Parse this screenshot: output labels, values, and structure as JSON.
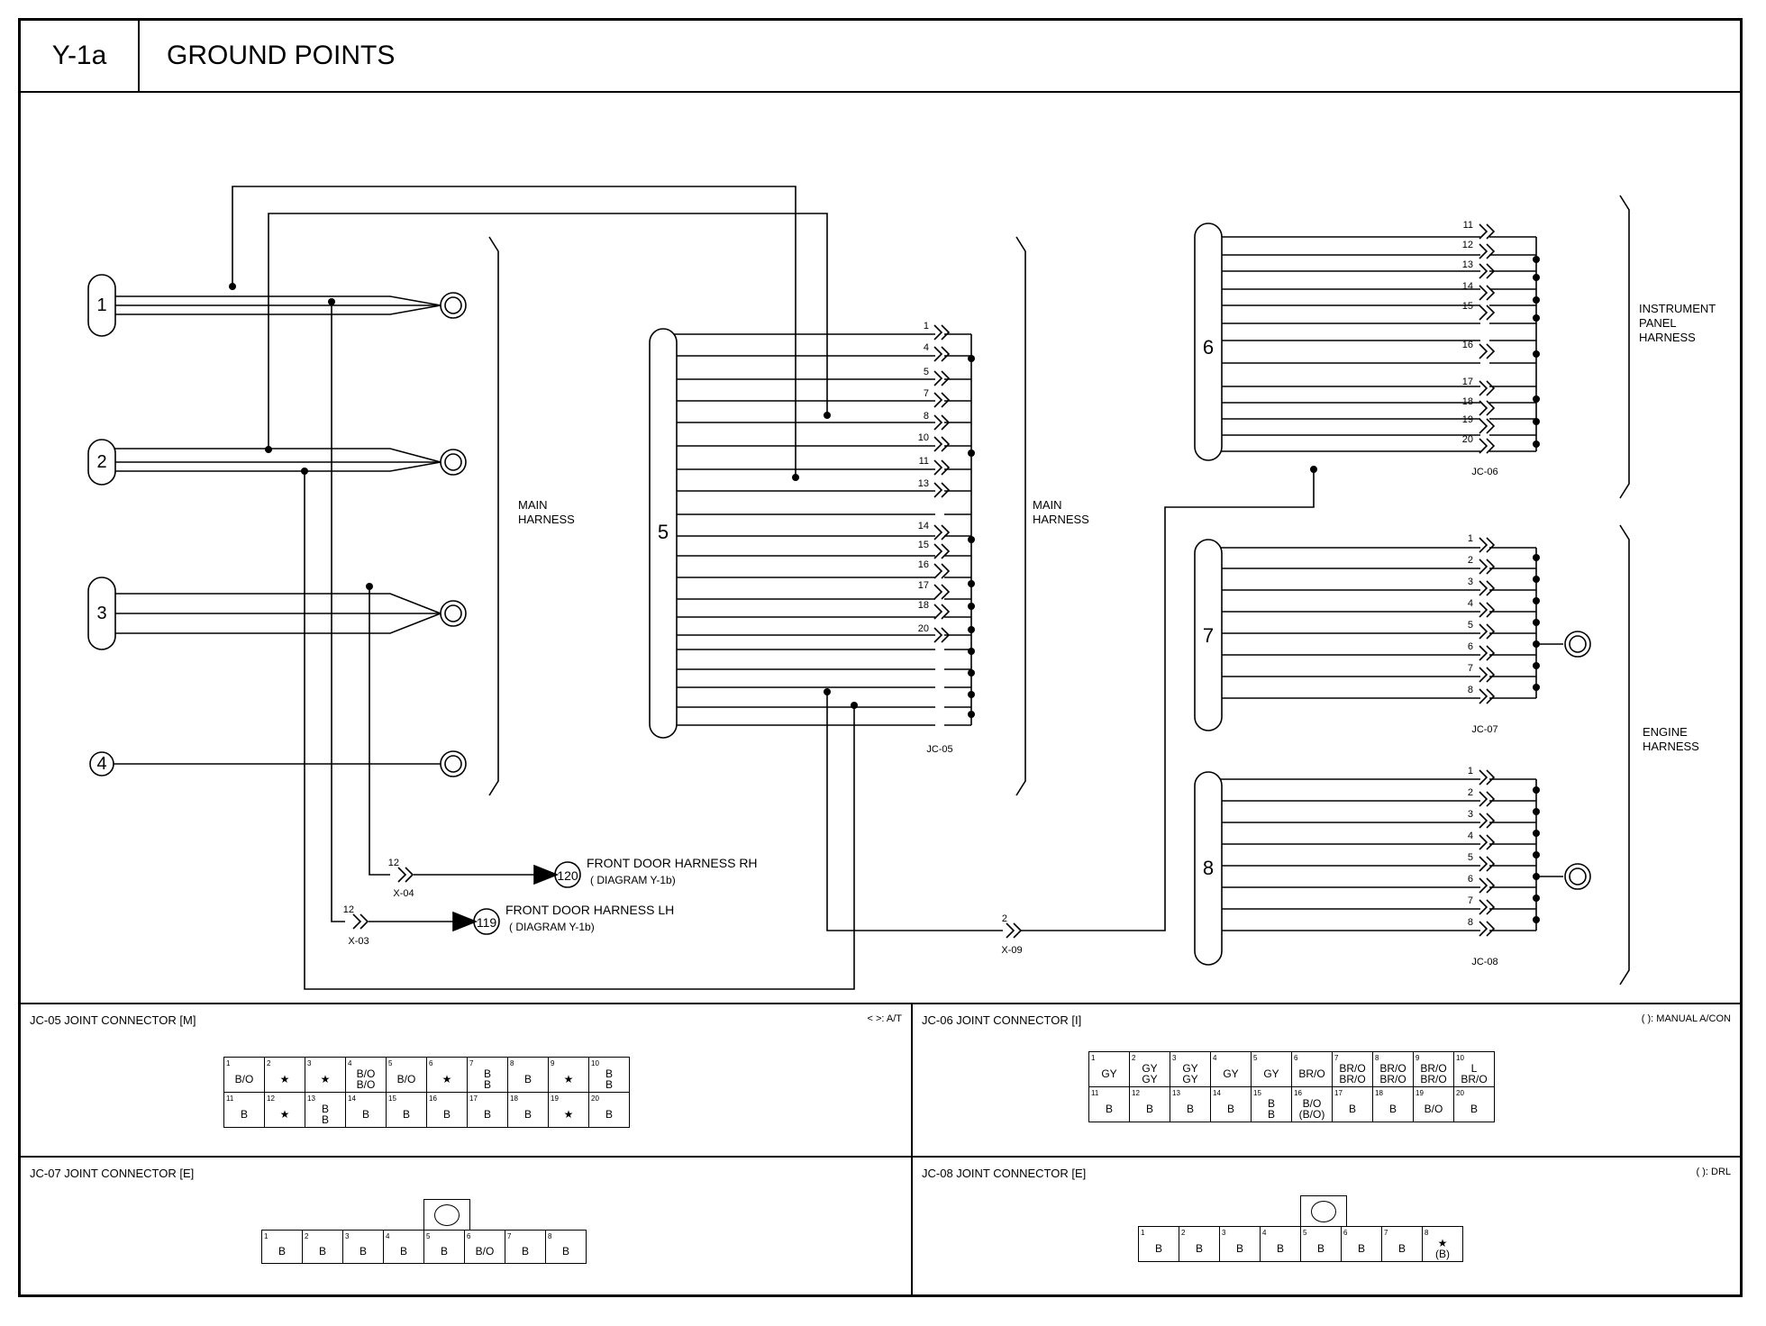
{
  "header": {
    "code": "Y-1a",
    "title": "GROUND POINTS"
  },
  "diagram": {
    "ground_nodes": [
      "1",
      "2",
      "3",
      "4"
    ],
    "connectors": [
      "5",
      "6",
      "7",
      "8"
    ],
    "harness_labels": {
      "main_left": "MAIN\nHARNESS",
      "main_right": "MAIN\nHARNESS",
      "instrument": "INSTRUMENT\nPANEL\nHARNESS",
      "engine": "ENGINE\nHARNESS"
    },
    "jc05_pins": [
      "1",
      "4",
      "5",
      "7",
      "8",
      "10",
      "11",
      "13",
      "14",
      "15",
      "16",
      "17",
      "18",
      "20"
    ],
    "jc06_pins": [
      "11",
      "12",
      "13",
      "14",
      "15",
      "16",
      "17",
      "18",
      "19",
      "20"
    ],
    "jc07_pins": [
      "1",
      "2",
      "3",
      "4",
      "5",
      "6",
      "7",
      "8"
    ],
    "jc08_pins": [
      "1",
      "2",
      "3",
      "4",
      "5",
      "6",
      "7",
      "8"
    ],
    "connector_ids": {
      "jc05": "JC-05",
      "jc06": "JC-06",
      "jc07": "JC-07",
      "jc08": "JC-08"
    },
    "x04": {
      "pin": "12",
      "id": "X-04",
      "ref": "120",
      "label": "FRONT DOOR HARNESS RH",
      "sub": "( DIAGRAM Y-1b)"
    },
    "x03": {
      "pin": "12",
      "id": "X-03",
      "ref": "119",
      "label": "FRONT DOOR HARNESS LH",
      "sub": "( DIAGRAM Y-1b)"
    },
    "x09": {
      "pin": "2",
      "id": "X-09"
    }
  },
  "panels": {
    "jc05": {
      "title": "JC-05 JOINT CONNECTOR [M]",
      "legend": "<   >: A/T",
      "rows": [
        [
          {
            "n": "1",
            "v": "B/O"
          },
          {
            "n": "2",
            "v": "★"
          },
          {
            "n": "3",
            "v": "★"
          },
          {
            "n": "4",
            "v": "B/O\nB/O"
          },
          {
            "n": "5",
            "v": "B/O"
          },
          {
            "n": "6",
            "v": "★"
          },
          {
            "n": "7",
            "v": "B\nB"
          },
          {
            "n": "8",
            "v": "B"
          },
          {
            "n": "9",
            "v": "★"
          },
          {
            "n": "10",
            "v": "B\nB"
          }
        ],
        [
          {
            "n": "11",
            "v": "B"
          },
          {
            "n": "12",
            "v": "★"
          },
          {
            "n": "13",
            "v": "B\nB"
          },
          {
            "n": "14",
            "v": "B"
          },
          {
            "n": "15",
            "v": "B"
          },
          {
            "n": "16",
            "v": "B"
          },
          {
            "n": "17",
            "v": "B"
          },
          {
            "n": "18",
            "v": "B"
          },
          {
            "n": "19",
            "v": "★"
          },
          {
            "n": "20",
            "v": "B"
          }
        ]
      ]
    },
    "jc06": {
      "title": "JC-06 JOINT CONNECTOR [I]",
      "legend": "(   ): MANUAL A/CON",
      "rows": [
        [
          {
            "n": "1",
            "v": "GY"
          },
          {
            "n": "2",
            "v": "GY\nGY"
          },
          {
            "n": "3",
            "v": "GY\nGY"
          },
          {
            "n": "4",
            "v": "GY"
          },
          {
            "n": "5",
            "v": "GY"
          },
          {
            "n": "6",
            "v": "BR/O"
          },
          {
            "n": "7",
            "v": "BR/O\nBR/O"
          },
          {
            "n": "8",
            "v": "BR/O\nBR/O"
          },
          {
            "n": "9",
            "v": "BR/O\nBR/O"
          },
          {
            "n": "10",
            "v": "L\nBR/O"
          }
        ],
        [
          {
            "n": "11",
            "v": "B"
          },
          {
            "n": "12",
            "v": "B"
          },
          {
            "n": "13",
            "v": "B"
          },
          {
            "n": "14",
            "v": "B"
          },
          {
            "n": "15",
            "v": "B\nB"
          },
          {
            "n": "16",
            "v": "B/O\n(B/O)"
          },
          {
            "n": "17",
            "v": "B"
          },
          {
            "n": "18",
            "v": "B"
          },
          {
            "n": "19",
            "v": "B/O"
          },
          {
            "n": "20",
            "v": "B"
          }
        ]
      ]
    },
    "jc07": {
      "title": "JC-07 JOINT CONNECTOR [E]",
      "legend": "",
      "rows": [
        [
          {
            "n": "1",
            "v": "B"
          },
          {
            "n": "2",
            "v": "B"
          },
          {
            "n": "3",
            "v": "B"
          },
          {
            "n": "4",
            "v": "B"
          },
          {
            "n": "5",
            "v": "B"
          },
          {
            "n": "6",
            "v": "B/O"
          },
          {
            "n": "7",
            "v": "B"
          },
          {
            "n": "8",
            "v": "B"
          }
        ]
      ]
    },
    "jc08": {
      "title": "JC-08 JOINT CONNECTOR [E]",
      "legend": "(   ): DRL",
      "rows": [
        [
          {
            "n": "1",
            "v": "B"
          },
          {
            "n": "2",
            "v": "B"
          },
          {
            "n": "3",
            "v": "B"
          },
          {
            "n": "4",
            "v": "B"
          },
          {
            "n": "5",
            "v": "B"
          },
          {
            "n": "6",
            "v": "B"
          },
          {
            "n": "7",
            "v": "B"
          },
          {
            "n": "8",
            "v": "★\n(B)"
          }
        ]
      ]
    }
  }
}
